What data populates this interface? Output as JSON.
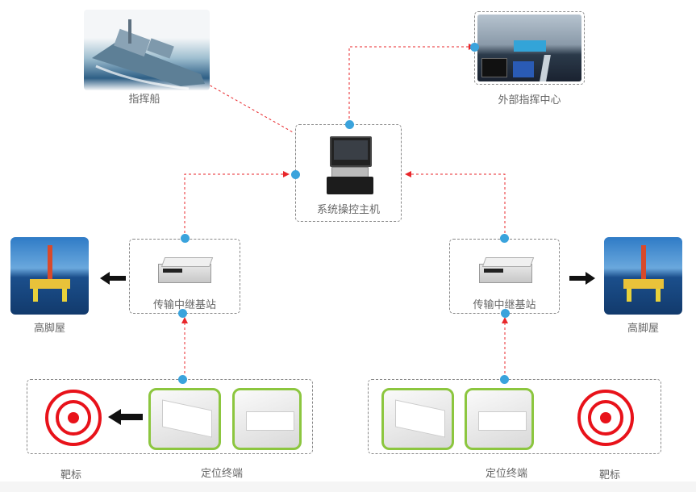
{
  "nodes": {
    "command_ship": {
      "label": "指挥船",
      "icon": "warship-icon"
    },
    "external_center": {
      "label": "外部指挥中心",
      "icon": "command-center-icon"
    },
    "host": {
      "label": "系统操控主机",
      "icon": "rugged-laptop-icon"
    },
    "relay_left": {
      "label": "传输中继基站",
      "icon": "rack-server-icon"
    },
    "relay_right": {
      "label": "传输中继基站",
      "icon": "rack-server-icon"
    },
    "platform_left": {
      "label": "高脚屋",
      "icon": "oil-platform-icon"
    },
    "platform_right": {
      "label": "高脚屋",
      "icon": "oil-platform-icon"
    },
    "terminal_left": {
      "label": "定位终端",
      "icon": "positioning-terminal-icon"
    },
    "terminal_right": {
      "label": "定位终端",
      "icon": "positioning-terminal-icon"
    },
    "target_left": {
      "label": "靶标",
      "icon": "target-icon"
    },
    "target_right": {
      "label": "靶标",
      "icon": "target-icon"
    }
  },
  "colors": {
    "link": "#e8262a",
    "connector_dot": "#3aa3dc",
    "terminal_border": "#8cc63f",
    "target": "#e8121a",
    "arrow_black": "#111111",
    "label": "#666666"
  },
  "edges": [
    {
      "from": "command_ship",
      "to": "host",
      "style": "dashed"
    },
    {
      "from": "host",
      "to": "external_center",
      "style": "dashed-arrow"
    },
    {
      "from": "relay_left",
      "to": "host",
      "style": "dashed-arrow"
    },
    {
      "from": "relay_right",
      "to": "host",
      "style": "dashed-arrow"
    },
    {
      "from": "terminal_left",
      "to": "relay_left",
      "style": "dashed-arrow"
    },
    {
      "from": "terminal_right",
      "to": "relay_right",
      "style": "dashed-arrow"
    },
    {
      "from": "relay_left",
      "to": "platform_left",
      "style": "solid-black-arrow"
    },
    {
      "from": "relay_right",
      "to": "platform_right",
      "style": "solid-black-arrow"
    },
    {
      "from": "terminal_left",
      "to": "target_left",
      "style": "solid-black-arrow"
    }
  ]
}
